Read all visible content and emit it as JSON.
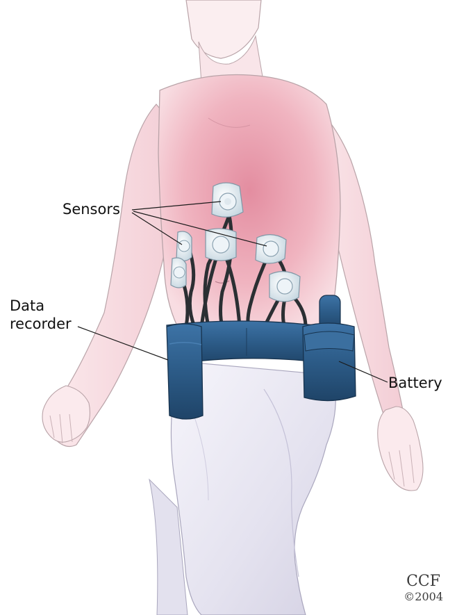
{
  "labels": {
    "sensors": "Sensors",
    "data_recorder_line1": "Data",
    "data_recorder_line2": "recorder",
    "battery": "Battery"
  },
  "credit": {
    "org": "CCF",
    "year": "©2004"
  },
  "colors": {
    "skin": "#f6d6dc",
    "torso_blush": "#e79aab",
    "belt": "#2f5f8c",
    "pants": "#ecebf4",
    "wire": "#2b2f33",
    "sensor": "#d8e6ee"
  }
}
